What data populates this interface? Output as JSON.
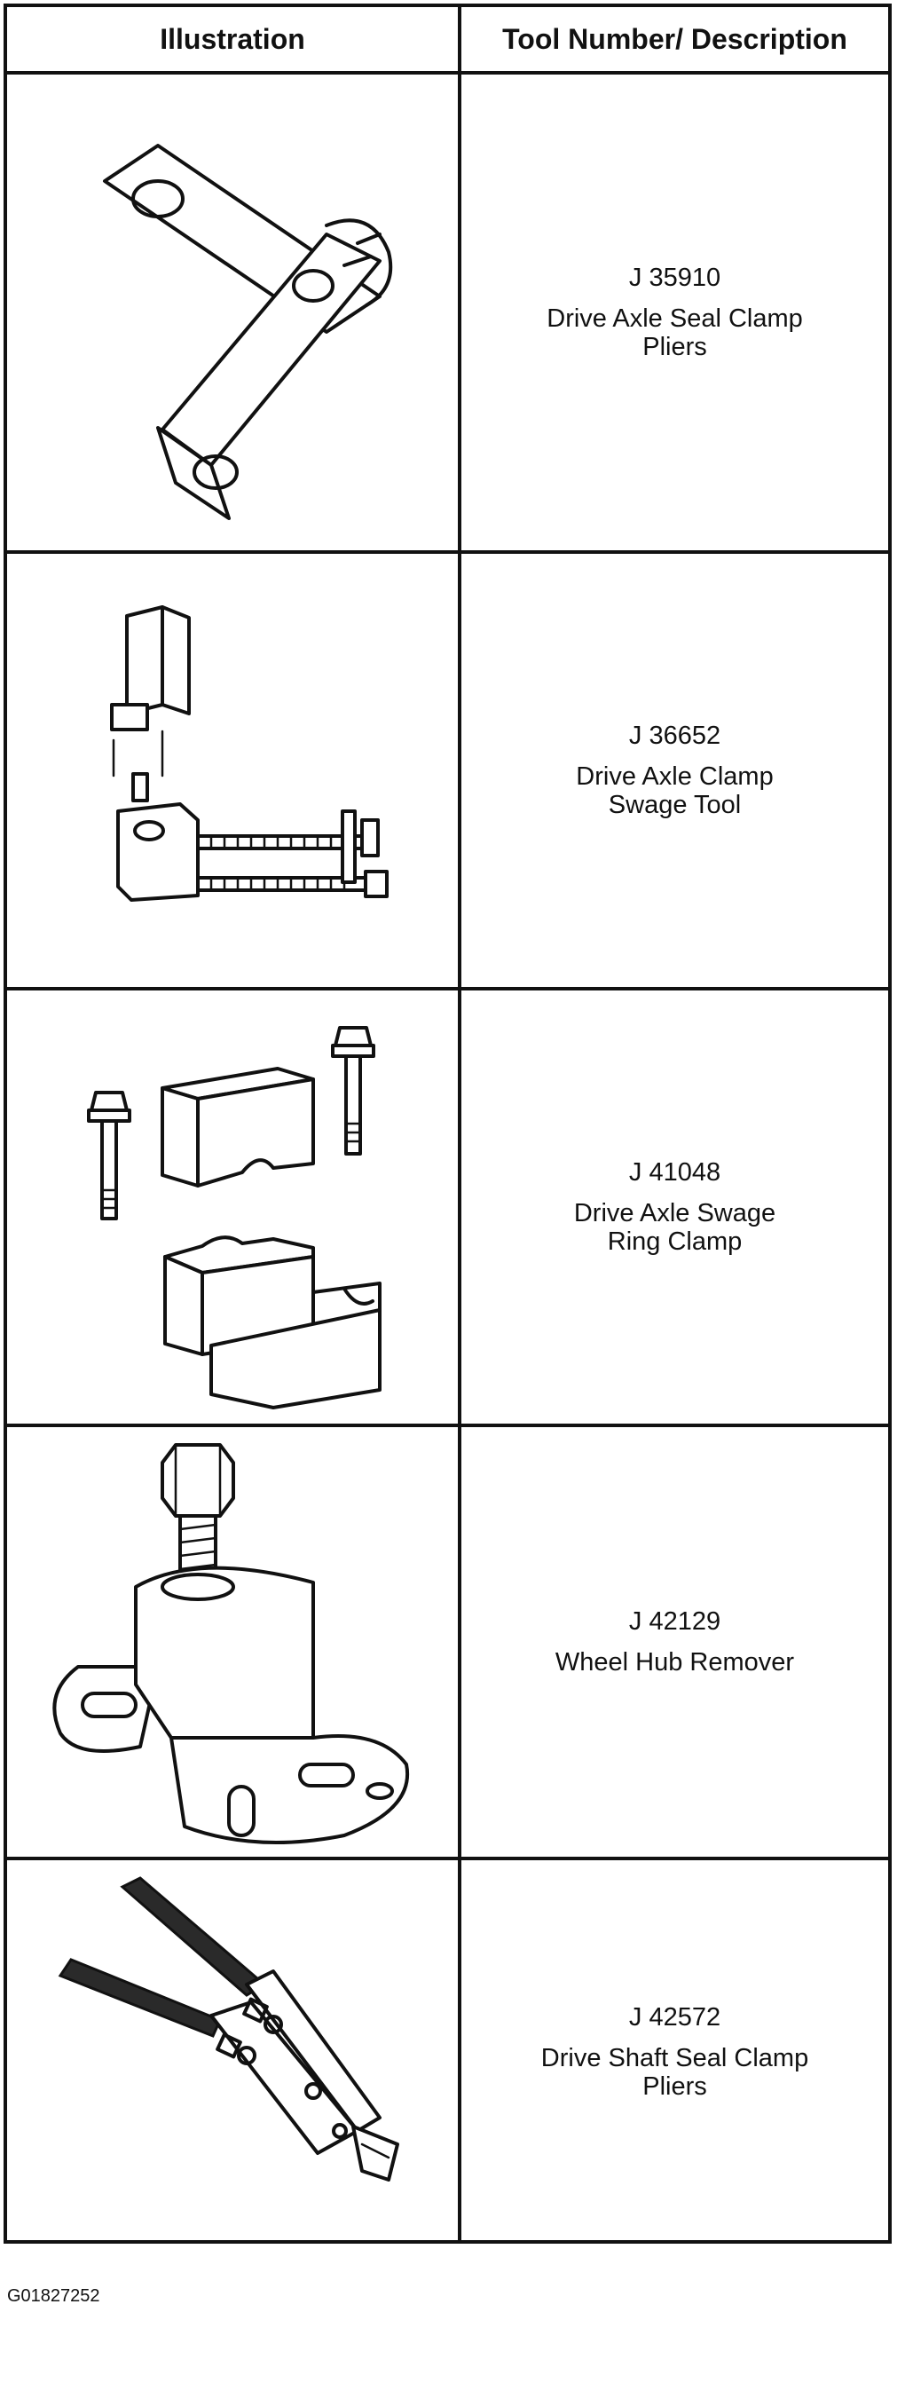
{
  "table": {
    "headers": {
      "illustration": "Illustration",
      "tool": "Tool Number/ Description"
    },
    "rows": [
      {
        "number": "J 35910",
        "description": "Drive Axle Seal Clamp\nPliers",
        "illustration_icon": "seal-clamp-pliers-illustration"
      },
      {
        "number": "J 36652",
        "description": "Drive Axle Clamp\nSwage Tool",
        "illustration_icon": "clamp-swage-tool-illustration"
      },
      {
        "number": "J 41048",
        "description": "Drive Axle Swage\nRing Clamp",
        "illustration_icon": "swage-ring-clamp-illustration"
      },
      {
        "number": "J 42129",
        "description": "Wheel Hub Remover",
        "illustration_icon": "wheel-hub-remover-illustration"
      },
      {
        "number": "J 42572",
        "description": "Drive Shaft Seal Clamp\nPliers",
        "illustration_icon": "shaft-seal-clamp-pliers-illustration"
      }
    ]
  },
  "figure_code": "G01827252"
}
